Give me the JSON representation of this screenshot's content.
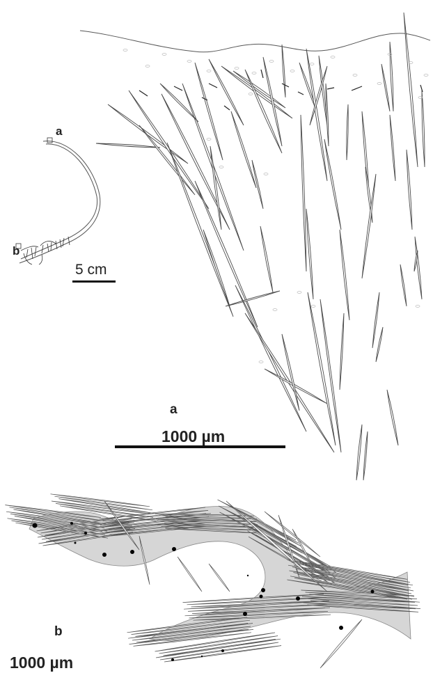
{
  "panels": {
    "overview_a_label": "a",
    "overview_b_label": "b",
    "panel_a_label": "a",
    "panel_b_label": "b"
  },
  "scale_bars": {
    "overview": "5 cm",
    "panel_a": "1000 µm",
    "panel_b": "1000 µm"
  },
  "colors": {
    "line": "#4a4a4a",
    "tissue_fill": "#d6d6d6",
    "fragment": "#bdbdbd",
    "particle": "#000000"
  }
}
